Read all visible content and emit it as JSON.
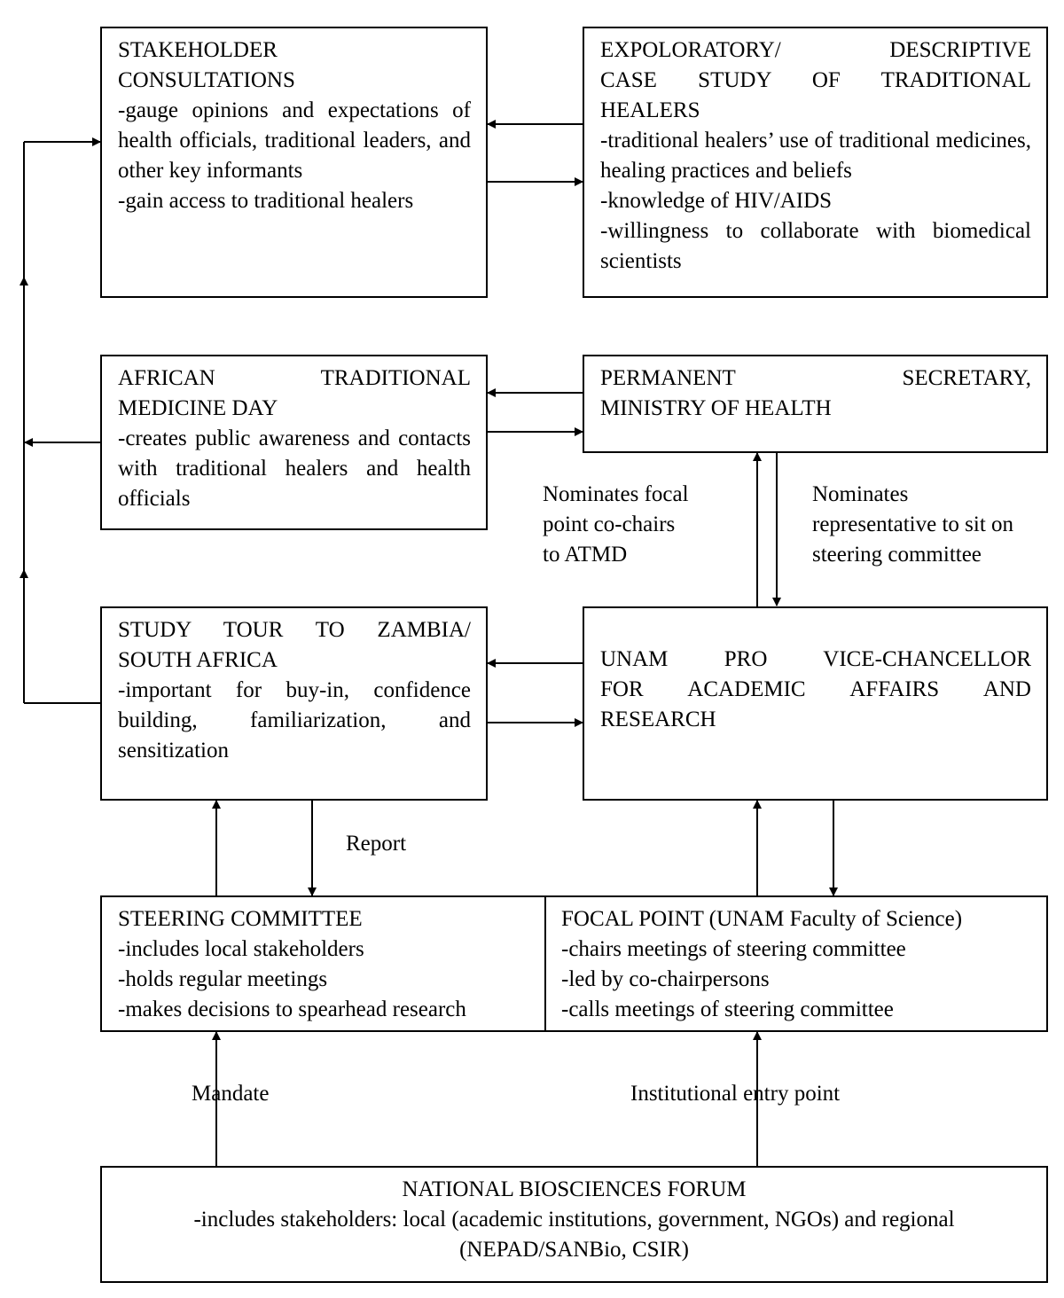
{
  "stakeholder": {
    "title_lines": [
      "STAKEHOLDER",
      "CONSULTATIONS"
    ],
    "items": [
      "-gauge opinions and expectations of health officials, traditional leaders, and other key informants",
      "-gain access to traditional healers"
    ]
  },
  "exploratory": {
    "title_lines": [
      "EXPOLORATORY/ DESCRIPTIVE",
      "CASE STUDY OF TRADITIONAL",
      "HEALERS"
    ],
    "items": [
      "-traditional healers’ use of traditional medicines, healing practices and beliefs",
      "-knowledge of HIV/AIDS",
      "-willingness to collaborate with biomedical scientists"
    ]
  },
  "atmd": {
    "title_lines": [
      "AFRICAN TRADITIONAL",
      "MEDICINE DAY"
    ],
    "items": [
      "-creates public awareness and contacts with traditional healers and health officials"
    ]
  },
  "permanent_secretary": {
    "title_lines": [
      "PERMANENT SECRETARY,",
      "MINISTRY OF HEALTH"
    ]
  },
  "study_tour": {
    "title_lines": [
      "STUDY TOUR TO ZAMBIA/",
      "SOUTH AFRICA"
    ],
    "items": [
      "-important for buy-in, confidence building, familiarization, and sensitization"
    ]
  },
  "unam_pvc": {
    "title_lines": [
      "UNAM PRO VICE-CHANCELLOR",
      "FOR ACADEMIC AFFAIRS AND",
      "RESEARCH"
    ]
  },
  "steering": {
    "title": "STEERING COMMITTEE",
    "items": [
      "-includes local stakeholders",
      "-holds regular meetings",
      "-makes decisions to spearhead research"
    ]
  },
  "focal_point": {
    "title": "FOCAL POINT (UNAM Faculty of Science)",
    "items": [
      "-chairs meetings of steering committee",
      "-led by co-chairpersons",
      "-calls meetings of steering committee"
    ]
  },
  "forum": {
    "title": "NATIONAL BIOSCIENCES FORUM",
    "lines": [
      "-includes stakeholders: local (academic institutions, government, NGOs) and regional",
      "(NEPAD/SANBio, CSIR)"
    ]
  },
  "labels": {
    "nominates_focal": [
      "Nominates focal",
      "point co-chairs",
      "to ATMD"
    ],
    "nominates_rep": [
      "Nominates",
      "representative to sit on",
      "steering committee"
    ],
    "report": "Report",
    "mandate": "Mandate",
    "entry_point": "Institutional entry point"
  }
}
